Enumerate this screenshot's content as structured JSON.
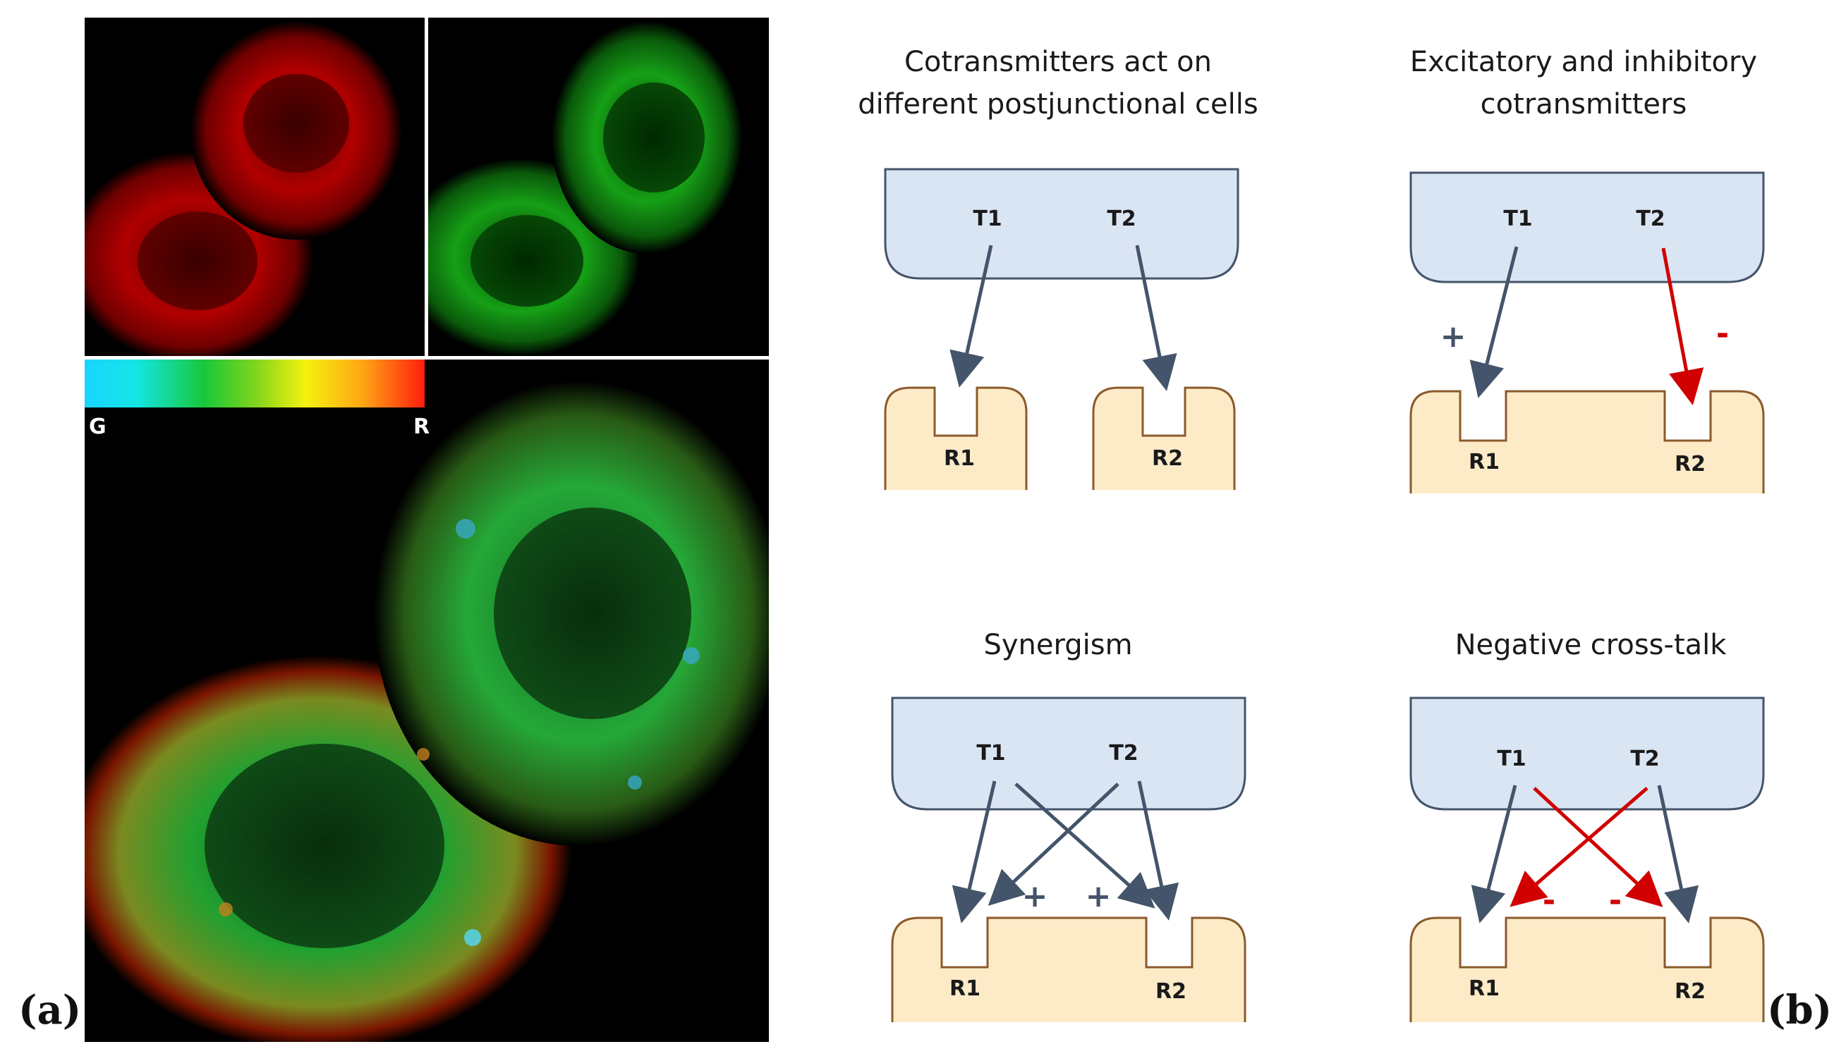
{
  "figure": {
    "label_a": "(a)",
    "label_b": "(b)",
    "colorbar": {
      "left_label": "G",
      "right_label": "R"
    }
  },
  "diagrams": [
    {
      "title_line1": "Cotransmitters act on",
      "title_line2": "different postjunctional cells",
      "t1": "T1",
      "t2": "T2",
      "r1": "R1",
      "r2": "R2",
      "signs": []
    },
    {
      "title_line1": "Excitatory and inhibitory",
      "title_line2": "cotransmitters",
      "t1": "T1",
      "t2": "T2",
      "r1": "R1",
      "r2": "R2",
      "signs": [
        "+",
        "-"
      ]
    },
    {
      "title_line1": "Synergism",
      "title_line2": "",
      "t1": "T1",
      "t2": "T2",
      "r1": "R1",
      "r2": "R2",
      "signs": [
        "+",
        "+"
      ]
    },
    {
      "title_line1": "Negative cross-talk",
      "title_line2": "",
      "t1": "T1",
      "t2": "T2",
      "r1": "R1",
      "r2": "R2",
      "signs": [
        "-",
        "-"
      ]
    }
  ],
  "colors": {
    "presynaptic_fill": "#dae5f4",
    "presynaptic_stroke": "#44546a",
    "postsynaptic_fill": "#fdebc8",
    "postsynaptic_stroke": "#8b5a2b",
    "arrow_excitatory": "#44546a",
    "arrow_inhibitory": "#d00000"
  }
}
